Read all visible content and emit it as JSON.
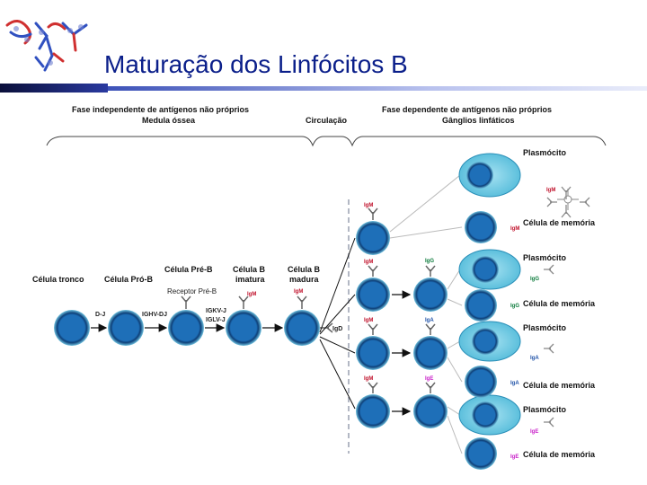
{
  "title": "Maturação dos Linfócitos B",
  "headers": {
    "independent": "Fase independente de antígenos não próprios",
    "bone_marrow": "Medula óssea",
    "circulation": "Circulação",
    "dependent": "Fase dependente de antígenos não próprios",
    "lymph_nodes": "Gânglios linfáticos"
  },
  "stages": {
    "stem": "Célula tronco",
    "pro_b": "Célula Pró-B",
    "pre_b": "Célula Pré-B",
    "pre_receptor": "Receptor Pré-B",
    "immature_1": "Célula B",
    "immature_2": "imatura",
    "mature_1": "Célula B",
    "mature_2": "madura"
  },
  "genes": {
    "dj": "D-J",
    "vdj": "IGHV-DJ",
    "vj_k": "IGKV-J",
    "vj_l": "IGLV-J"
  },
  "isotypes": {
    "igm": "IgM",
    "igd": "IgD",
    "igg": "IgG",
    "iga": "IgA",
    "ige": "IgE"
  },
  "outcomes": {
    "plasma": "Plasmócito",
    "memory": "Célula de memória"
  },
  "colors": {
    "title": "#0b1f8a",
    "cell_fill": "#1e6fb8",
    "cell_ring": "#6fc2e0",
    "plasma_fill": "#7fd0e6",
    "arrow": "#111111"
  }
}
